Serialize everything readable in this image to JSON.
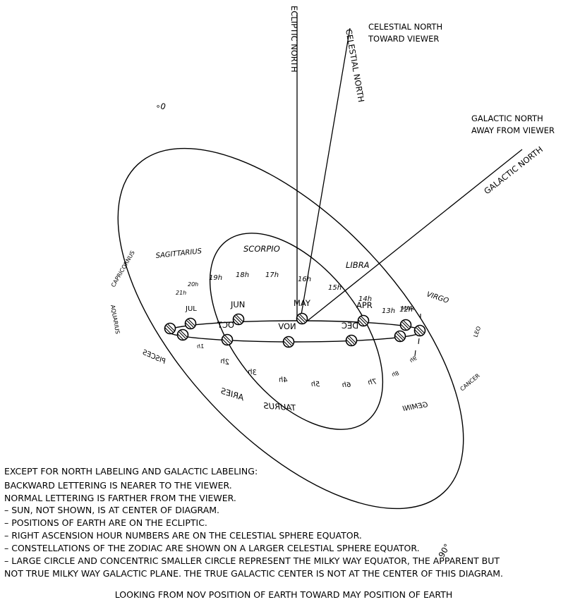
{
  "north_labels": {
    "ecliptic": "ECLIPTIC NORTH",
    "celestial": "CELESTIAL NORTH",
    "galactic": "GALACTIC NORTH",
    "celestial_note_line1": "CELESTIAL NORTH",
    "celestial_note_line2": "TOWARD VIEWER",
    "galactic_note_line1": "GALACTIC NORTH",
    "galactic_note_line2": "AWAY FROM VIEWER"
  },
  "galactic_labels": {
    "zero": "0°",
    "ninety": "90°"
  },
  "constellations_far": {
    "sagittarius": "SAGITTARIUS",
    "scorpio": "SCORPIO",
    "libra": "LIBRA",
    "virgo": "VIRGO"
  },
  "constellations_near": {
    "pisces": "PISCES",
    "aries": "ARIES",
    "taurus": "TAURUS",
    "gemini": "GEMINI"
  },
  "ra_far": {
    "h12": "12h",
    "h13": "13h",
    "h14": "14h",
    "h15": "15h",
    "h16": "16h",
    "h17": "17h",
    "h18": "18h",
    "h19": "19h",
    "h20": "20h",
    "h21": "21h"
  },
  "ra_near": {
    "h1": "1h",
    "h2": "2h",
    "h3": "3h",
    "h4": "4h",
    "h5": "5h",
    "h6": "6h",
    "h7": "7h",
    "h8": "8h",
    "h9": "9h"
  },
  "months_far": {
    "jul": "JUL",
    "jun": "JUN",
    "may": "MAY",
    "apr": "APR",
    "mar": "MAR"
  },
  "months_near": {
    "oct": "OCT",
    "nov": "NOV",
    "dec": "DEC"
  },
  "notes": {
    "line1": "EXCEPT FOR NORTH LABELING AND GALACTIC LABELING:",
    "line2": "BACKWARD LETTERING IS NEARER TO THE VIEWER.",
    "line3": "NORMAL LETTERING IS FARTHER FROM THE VIEWER.",
    "line4": "– SUN, NOT SHOWN, IS AT CENTER OF DIAGRAM.",
    "line5": "– POSITIONS OF EARTH ARE ON THE ECLIPTIC.",
    "line6": "– RIGHT ASCENSION HOUR NUMBERS ARE ON THE CELESTIAL SPHERE EQUATOR.",
    "line7": "– CONSTELLATIONS OF THE ZODIAC ARE SHOWN ON A LARGER CELESTIAL SPHERE EQUATOR.",
    "line8": "– LARGE CIRCLE AND CONCENTRIC SMALLER CIRCLE REPRESENT THE MILKY WAY EQUATOR, THE APPARENT BUT",
    "line9": "NOT TRUE MILKY WAY GALACTIC PLANE. THE TRUE GALACTIC CENTER IS NOT AT THE CENTER OF THIS DIAGRAM."
  },
  "caption": "LOOKING FROM NOV POSITION OF EARTH TOWARD MAY POSITION OF EARTH"
}
